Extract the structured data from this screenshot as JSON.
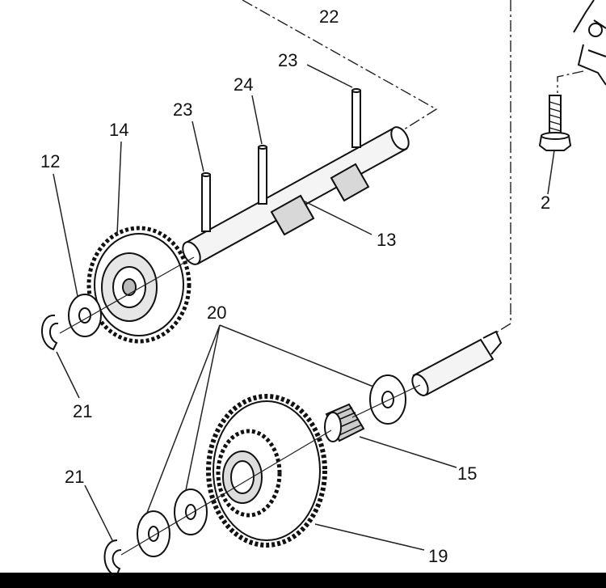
{
  "diagram": {
    "type": "exploded-parts-diagram",
    "colors": {
      "line": "#111111",
      "leader": "#222222",
      "shading": "#c8c8c8",
      "background": "#ffffff",
      "bar": "#000000"
    },
    "callouts": [
      {
        "id": "c22",
        "text": "22",
        "part": "upper-assembly-reference"
      },
      {
        "id": "c23a",
        "text": "23",
        "part": "pin-rear"
      },
      {
        "id": "c24",
        "text": "24",
        "part": "pin-middle"
      },
      {
        "id": "c23b",
        "text": "23",
        "part": "pin-front"
      },
      {
        "id": "c14",
        "text": "14",
        "part": "driven-gear"
      },
      {
        "id": "c12",
        "text": "12",
        "part": "washer-upper"
      },
      {
        "id": "c13",
        "text": "13",
        "part": "shaft"
      },
      {
        "id": "c2",
        "text": "2",
        "part": "bolt"
      },
      {
        "id": "c20",
        "text": "20",
        "part": "washers"
      },
      {
        "id": "c21a",
        "text": "21",
        "part": "circlip-upper"
      },
      {
        "id": "c15",
        "text": "15",
        "part": "needle-bearing"
      },
      {
        "id": "c21b",
        "text": "21",
        "part": "circlip-lower"
      },
      {
        "id": "c19",
        "text": "19",
        "part": "idler-gear-cluster"
      }
    ]
  }
}
